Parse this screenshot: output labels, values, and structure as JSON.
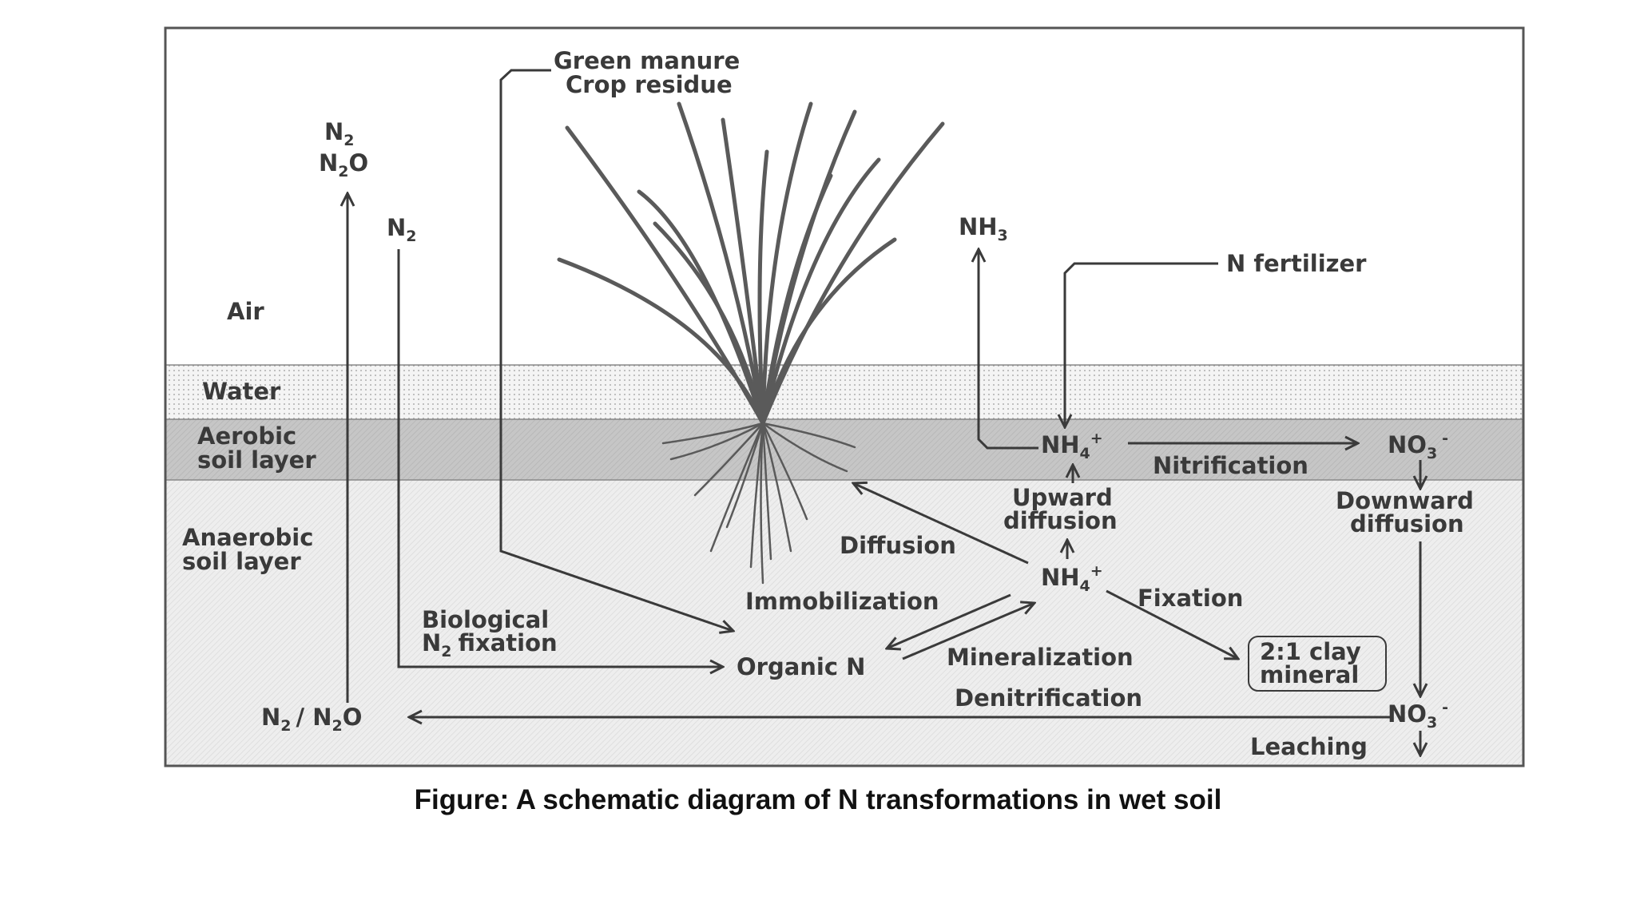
{
  "layers": {
    "air": "Air",
    "water": "Water",
    "aerobic_1": "Aerobic",
    "aerobic_2": "soil layer",
    "anaerobic_1": "Anaerobic",
    "anaerobic_2": "soil layer"
  },
  "labels": {
    "green_manure": "Green manure",
    "crop_residue": "Crop residue",
    "n2_top": "N",
    "n2o_top": "N",
    "n2_fix_source": "N",
    "nh3": "NH",
    "n_fertilizer": "N fertilizer",
    "nh4_aerobic": "NH",
    "no3_aerobic": "NO",
    "nitrification": "Nitrification",
    "upward_1": "Upward",
    "upward_2": "diffusion",
    "downward_1": "Downward",
    "downward_2": "diffusion",
    "diffusion": "Diffusion",
    "nh4_anaerobic": "NH",
    "fixation": "Fixation",
    "immobilization": "Immobilization",
    "biological_1": "Biological",
    "biological_2": "fixation",
    "organic_n": "Organic N",
    "mineralization": "Mineralization",
    "clay_1": "2:1 clay",
    "clay_2": "mineral",
    "denitrification": "Denitrification",
    "n2_n2o_bottom": "N",
    "no3_bottom": "NO",
    "leaching": "Leaching"
  },
  "caption": "Figure: A schematic diagram of N transformations in wet soil",
  "colors": {
    "ink": "#3a3a3a",
    "aerobic_fill": "#c9c9c9",
    "anaerobic_fill": "#ececec",
    "water_fill": "#f3f3f3",
    "plant": "#5a5a5a"
  }
}
